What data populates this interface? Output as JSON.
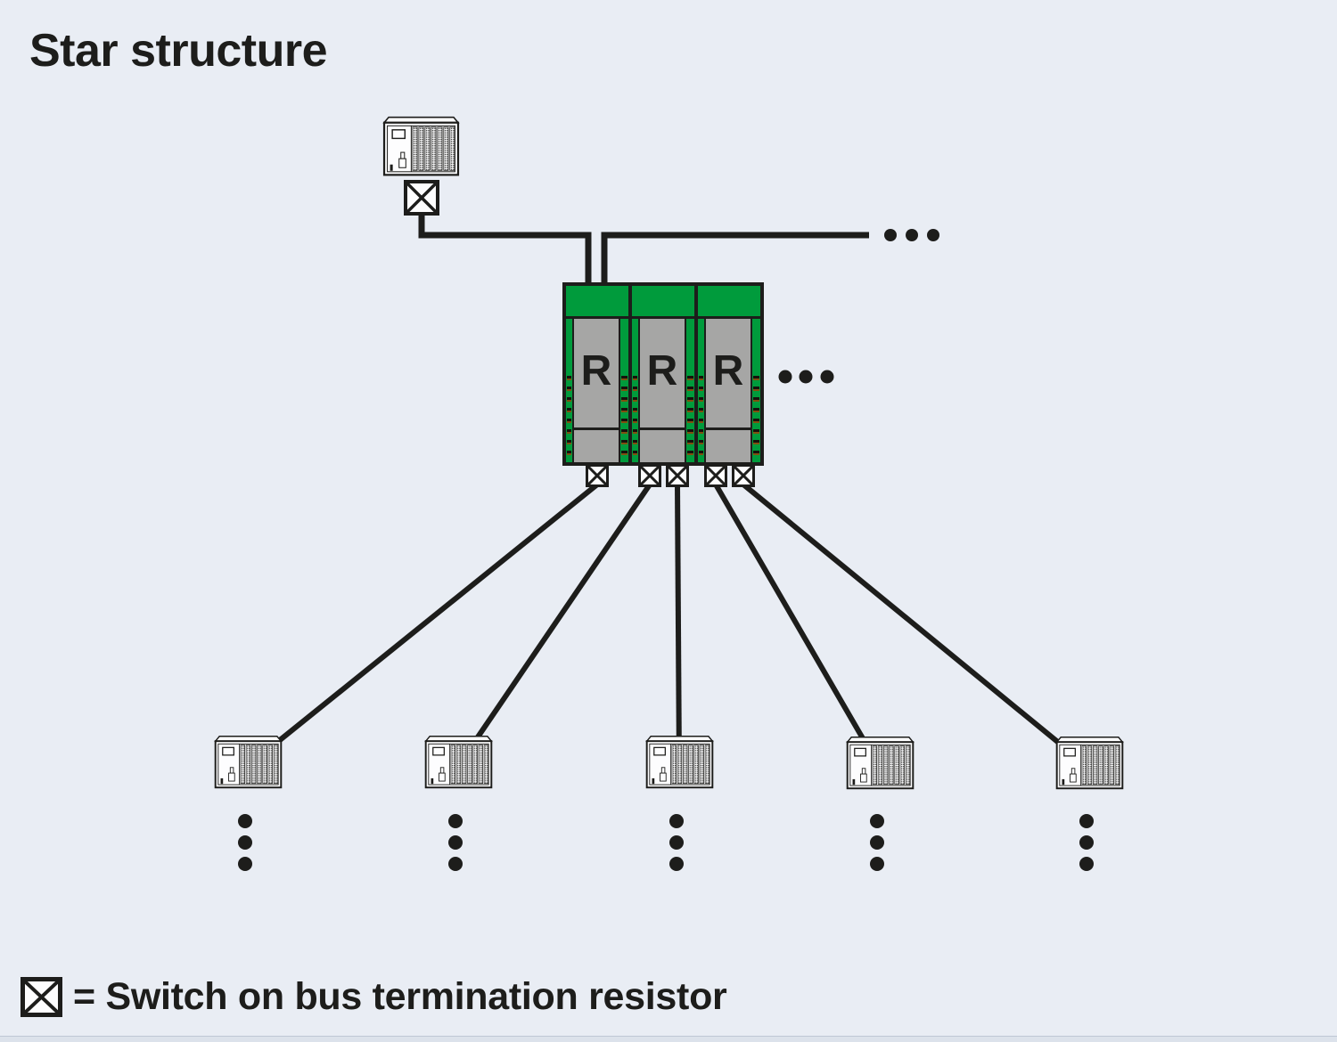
{
  "title": "Star structure",
  "repeater_block": {
    "modules": [
      {
        "label": "R"
      },
      {
        "label": "R"
      },
      {
        "label": "R"
      }
    ]
  },
  "legend": {
    "symbol_icon": "bus-termination-switch-icon",
    "text": "= Switch on bus termination resistor"
  },
  "continuation": {
    "top_right_dots": 3,
    "right_of_block_dots": 3,
    "below_each_station_dots": 3
  },
  "stations_shown": 5,
  "colors": {
    "background": "#e9edf4",
    "ink": "#1d1d1b",
    "module_green": "#009b3c",
    "module_gray": "#a6a6a5",
    "device_fill": "#fdfdfe",
    "footer_strip": "#dce2eb"
  }
}
